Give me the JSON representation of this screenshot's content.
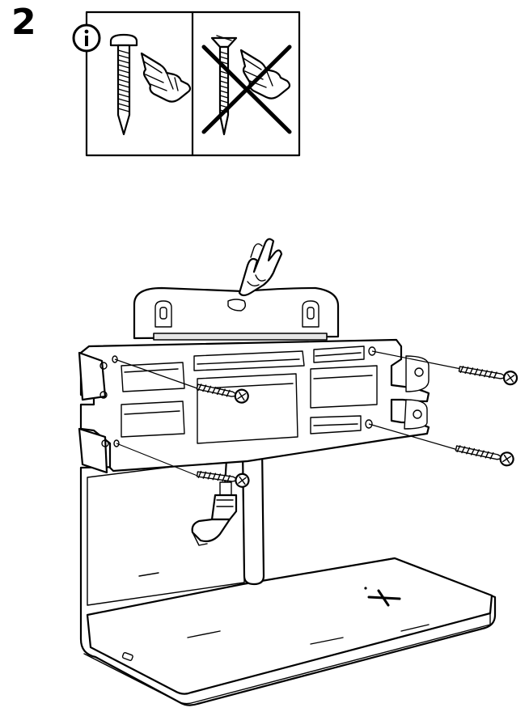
{
  "step": {
    "number": "2"
  },
  "info_panel": {
    "info_icon": "info-icon",
    "correct_example": "pan-head-screw-with-fingers",
    "incorrect_example": "countersunk-screw-crossed-out"
  },
  "assembly": {
    "product": "wall-shelf-with-wireless-charger",
    "screw_count": 4,
    "icons": [
      "pointing-hand-icon",
      "screw-icon",
      "cable-plug-icon",
      "charging-cross-icon"
    ]
  }
}
